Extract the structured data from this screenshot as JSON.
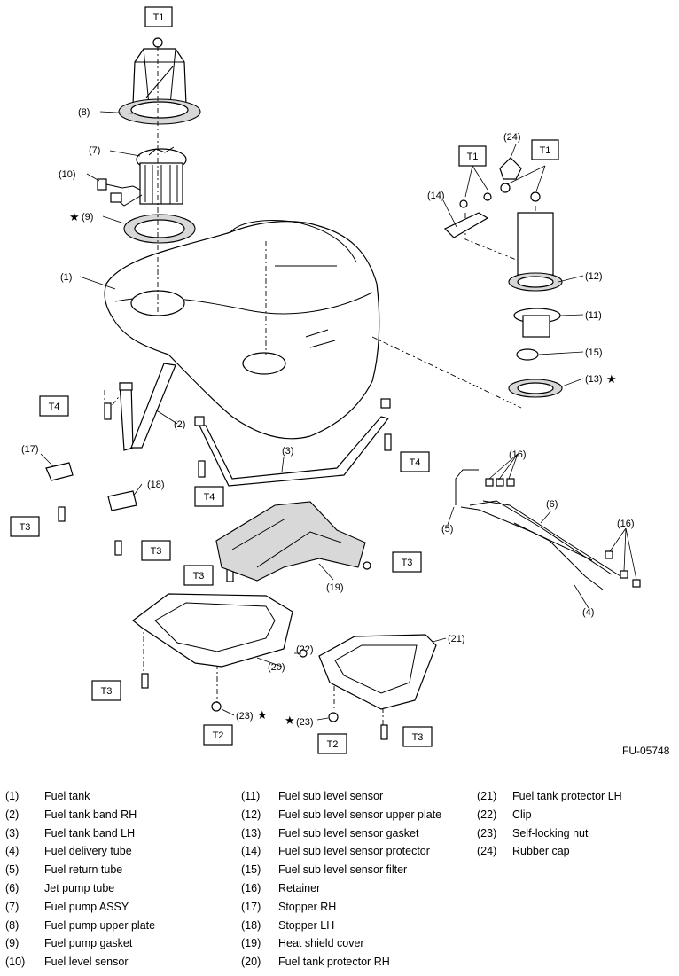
{
  "figure_code": "FU-05748",
  "torque_labels": [
    "T1",
    "T1",
    "T1",
    "T4",
    "T4",
    "T4",
    "T3",
    "T3",
    "T3",
    "T3",
    "T3",
    "T3",
    "T2",
    "T2"
  ],
  "callouts": [
    "(1)",
    "(2)",
    "(3)",
    "(4)",
    "(5)",
    "(6)",
    "(7)",
    "(8)",
    "(9)",
    "(10)",
    "(11)",
    "(12)",
    "(13)",
    "(14)",
    "(15)",
    "(16)",
    "(16)",
    "(17)",
    "(18)",
    "(19)",
    "(20)",
    "(21)",
    "(22)",
    "(23)",
    "(23)",
    "(24)"
  ],
  "legend": [
    {
      "num": "(1)",
      "name": "Fuel tank"
    },
    {
      "num": "(2)",
      "name": "Fuel tank band RH"
    },
    {
      "num": "(3)",
      "name": "Fuel tank band LH"
    },
    {
      "num": "(4)",
      "name": "Fuel delivery tube"
    },
    {
      "num": "(5)",
      "name": "Fuel return tube"
    },
    {
      "num": "(6)",
      "name": "Jet pump tube"
    },
    {
      "num": "(7)",
      "name": "Fuel pump ASSY"
    },
    {
      "num": "(8)",
      "name": "Fuel pump upper plate"
    },
    {
      "num": "(9)",
      "name": "Fuel pump gasket"
    },
    {
      "num": "(10)",
      "name": "Fuel level sensor"
    },
    {
      "num": "(11)",
      "name": "Fuel sub level sensor"
    },
    {
      "num": "(12)",
      "name": "Fuel sub level sensor upper plate"
    },
    {
      "num": "(13)",
      "name": "Fuel sub level sensor gasket"
    },
    {
      "num": "(14)",
      "name": "Fuel sub level sensor protector"
    },
    {
      "num": "(15)",
      "name": "Fuel sub level sensor filter"
    },
    {
      "num": "(16)",
      "name": "Retainer"
    },
    {
      "num": "(17)",
      "name": "Stopper RH"
    },
    {
      "num": "(18)",
      "name": "Stopper LH"
    },
    {
      "num": "(19)",
      "name": "Heat shield cover"
    },
    {
      "num": "(20)",
      "name": "Fuel tank protector RH"
    },
    {
      "num": "(21)",
      "name": "Fuel tank protector LH"
    },
    {
      "num": "(22)",
      "name": "Clip"
    },
    {
      "num": "(23)",
      "name": "Self-locking nut"
    },
    {
      "num": "(24)",
      "name": "Rubber cap"
    }
  ]
}
